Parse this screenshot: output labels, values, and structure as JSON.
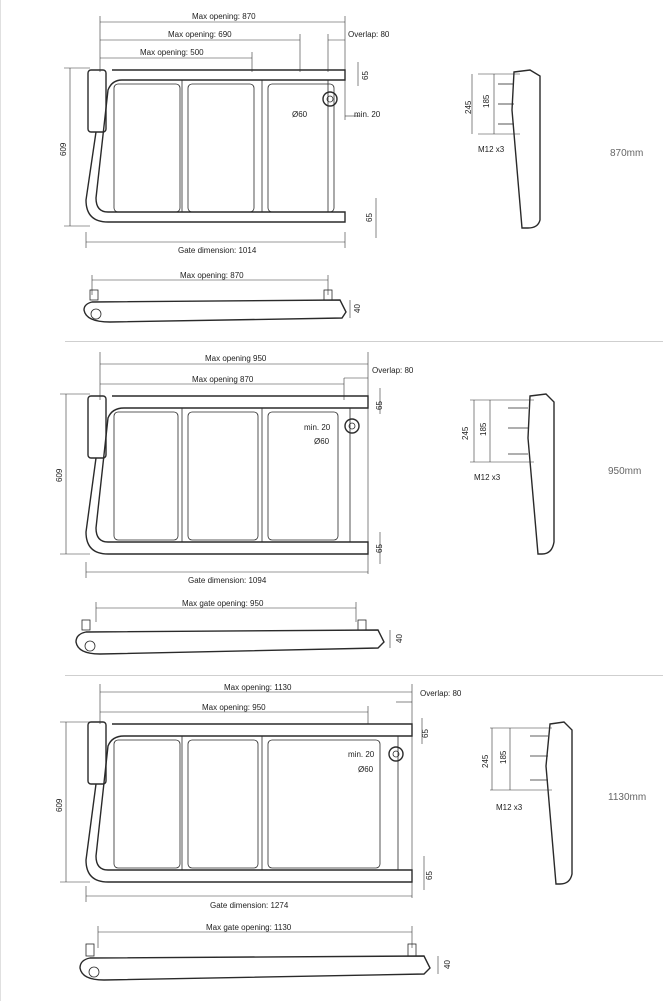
{
  "variants": [
    {
      "size_label": "870mm",
      "front": {
        "opening_top": "Max opening: 870",
        "opening_mid": "Max opening: 690",
        "opening_low": "Max opening: 500",
        "overlap": "Overlap: 80",
        "top_65": "65",
        "bottom_65": "65",
        "height_609": "609",
        "min_20": "min. 20",
        "diameter": "Ø60",
        "gate_dimension": "Gate dimension: 1014"
      },
      "plan": {
        "opening": "Max opening: 870",
        "depth": "40"
      },
      "side": {
        "d245": "245",
        "d185": "185",
        "bolts": "M12 x3"
      }
    },
    {
      "size_label": "950mm",
      "front": {
        "opening_top": "Max opening 950",
        "opening_mid": "Max opening 870",
        "overlap": "Overlap: 80",
        "top_65": "65",
        "bottom_65": "65",
        "height_609": "609",
        "min_20": "min. 20",
        "diameter": "Ø60",
        "gate_dimension": "Gate dimension: 1094"
      },
      "plan": {
        "opening": "Max gate opening: 950",
        "depth": "40"
      },
      "side": {
        "d245": "245",
        "d185": "185",
        "bolts": "M12 x3"
      }
    },
    {
      "size_label": "1130mm",
      "front": {
        "opening_top": "Max opening: 1130",
        "opening_mid": "Max opening: 950",
        "overlap": "Overlap: 80",
        "top_65": "65",
        "bottom_65": "65",
        "height_609": "609",
        "min_20": "min. 20",
        "diameter": "Ø60",
        "gate_dimension": "Gate dimension: 1274"
      },
      "plan": {
        "opening": "Max gate opening: 1130",
        "depth": "40"
      },
      "side": {
        "d245": "245",
        "d185": "185",
        "bolts": "M12 x3"
      }
    }
  ]
}
